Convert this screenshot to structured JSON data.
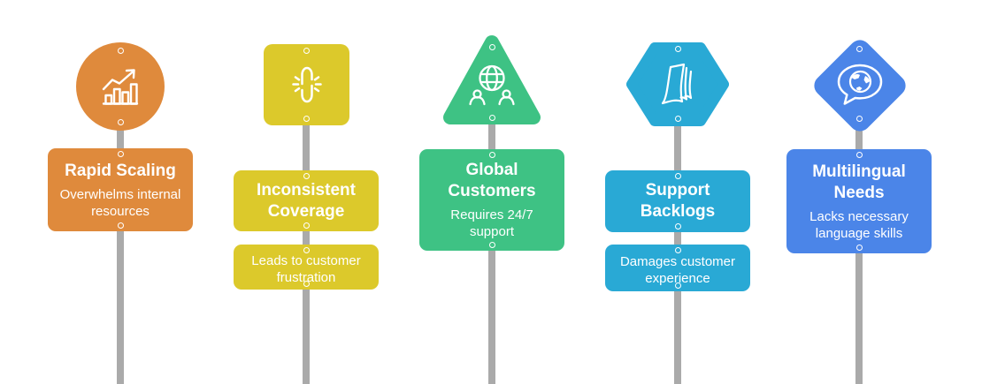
{
  "diagram": {
    "title_semantic": "customer-support-challenges-signposts",
    "background": "#FFFFFF",
    "pole_color": "#AAAAAA",
    "text_color": "#FFFFFF"
  },
  "signposts": [
    {
      "name": "rapid-scaling",
      "shape": "circle",
      "color": "#DF8A3C",
      "icon": "growth-chart-icon",
      "signs": [
        {
          "title": "Rapid Scaling",
          "subtitle": "Overwhelms internal resources"
        }
      ]
    },
    {
      "name": "inconsistent-coverage",
      "shape": "rounded-square",
      "color": "#DCC92B",
      "icon": "broken-link-icon",
      "signs": [
        {
          "title": "Inconsistent Coverage"
        },
        {
          "subtitle": "Leads to customer frustration"
        }
      ]
    },
    {
      "name": "global-customers",
      "shape": "triangle",
      "color": "#3EC284",
      "icon": "globe-users-icon",
      "signs": [
        {
          "title": "Global Customers",
          "subtitle": "Requires 24/7 support"
        }
      ]
    },
    {
      "name": "support-backlogs",
      "shape": "hexagon",
      "color": "#29A9D5",
      "icon": "paper-stack-icon",
      "signs": [
        {
          "title": "Support Backlogs"
        },
        {
          "subtitle": "Damages customer experience"
        }
      ]
    },
    {
      "name": "multilingual-needs",
      "shape": "diamond",
      "color": "#4B85E8",
      "icon": "speech-globe-icon",
      "signs": [
        {
          "title": "Multilingual Needs",
          "subtitle": "Lacks necessary language skills"
        }
      ]
    }
  ]
}
